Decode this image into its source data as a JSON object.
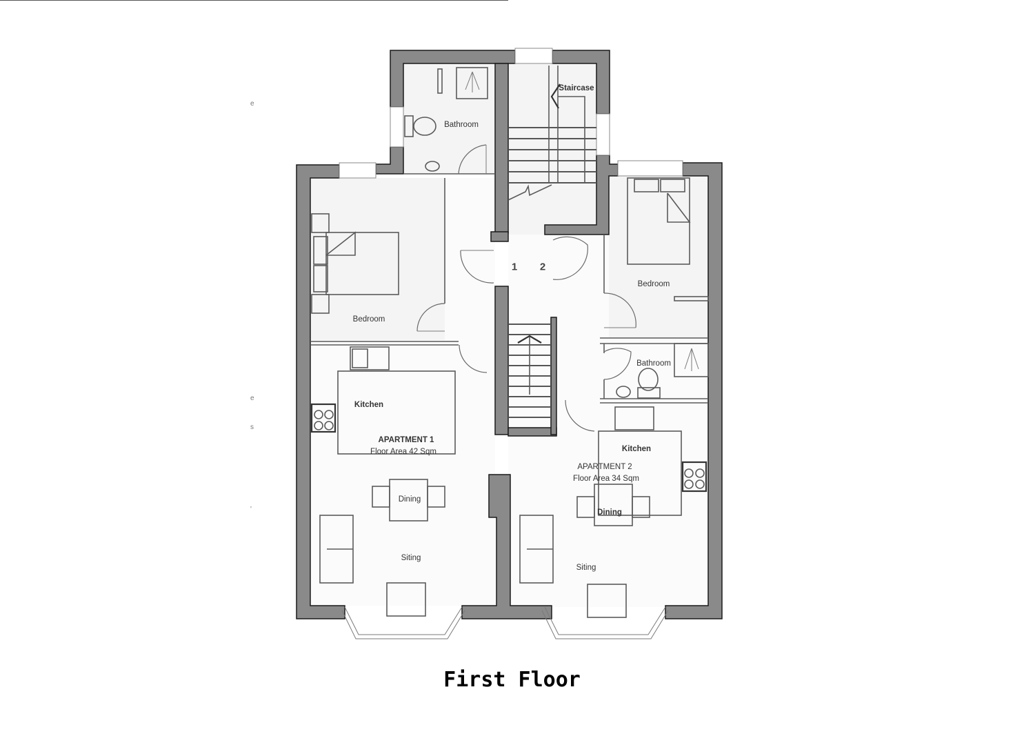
{
  "title": "First Floor",
  "colors": {
    "wall": "#8a8a8a",
    "floor": "#f4f4f4",
    "background": "#ffffff"
  },
  "stray_marks": [
    "e",
    "e",
    "s",
    "'"
  ],
  "circulation": {
    "staircase_label": "Staircase",
    "door_1": "1",
    "door_2": "2"
  },
  "apartment_1": {
    "name": "APARTMENT 1",
    "area": "Floor Area 42 Sqm",
    "rooms": {
      "bathroom": "Bathroom",
      "bedroom": "Bedroom",
      "kitchen": "Kitchen",
      "dining": "Dining",
      "sitting": "Siting"
    }
  },
  "apartment_2": {
    "name": "APARTMENT 2",
    "area": "Floor Area 34 Sqm",
    "rooms": {
      "bedroom": "Bedroom",
      "bathroom": "Bathroom",
      "kitchen": "Kitchen",
      "dining": "Dining",
      "sitting": "Siting"
    }
  }
}
